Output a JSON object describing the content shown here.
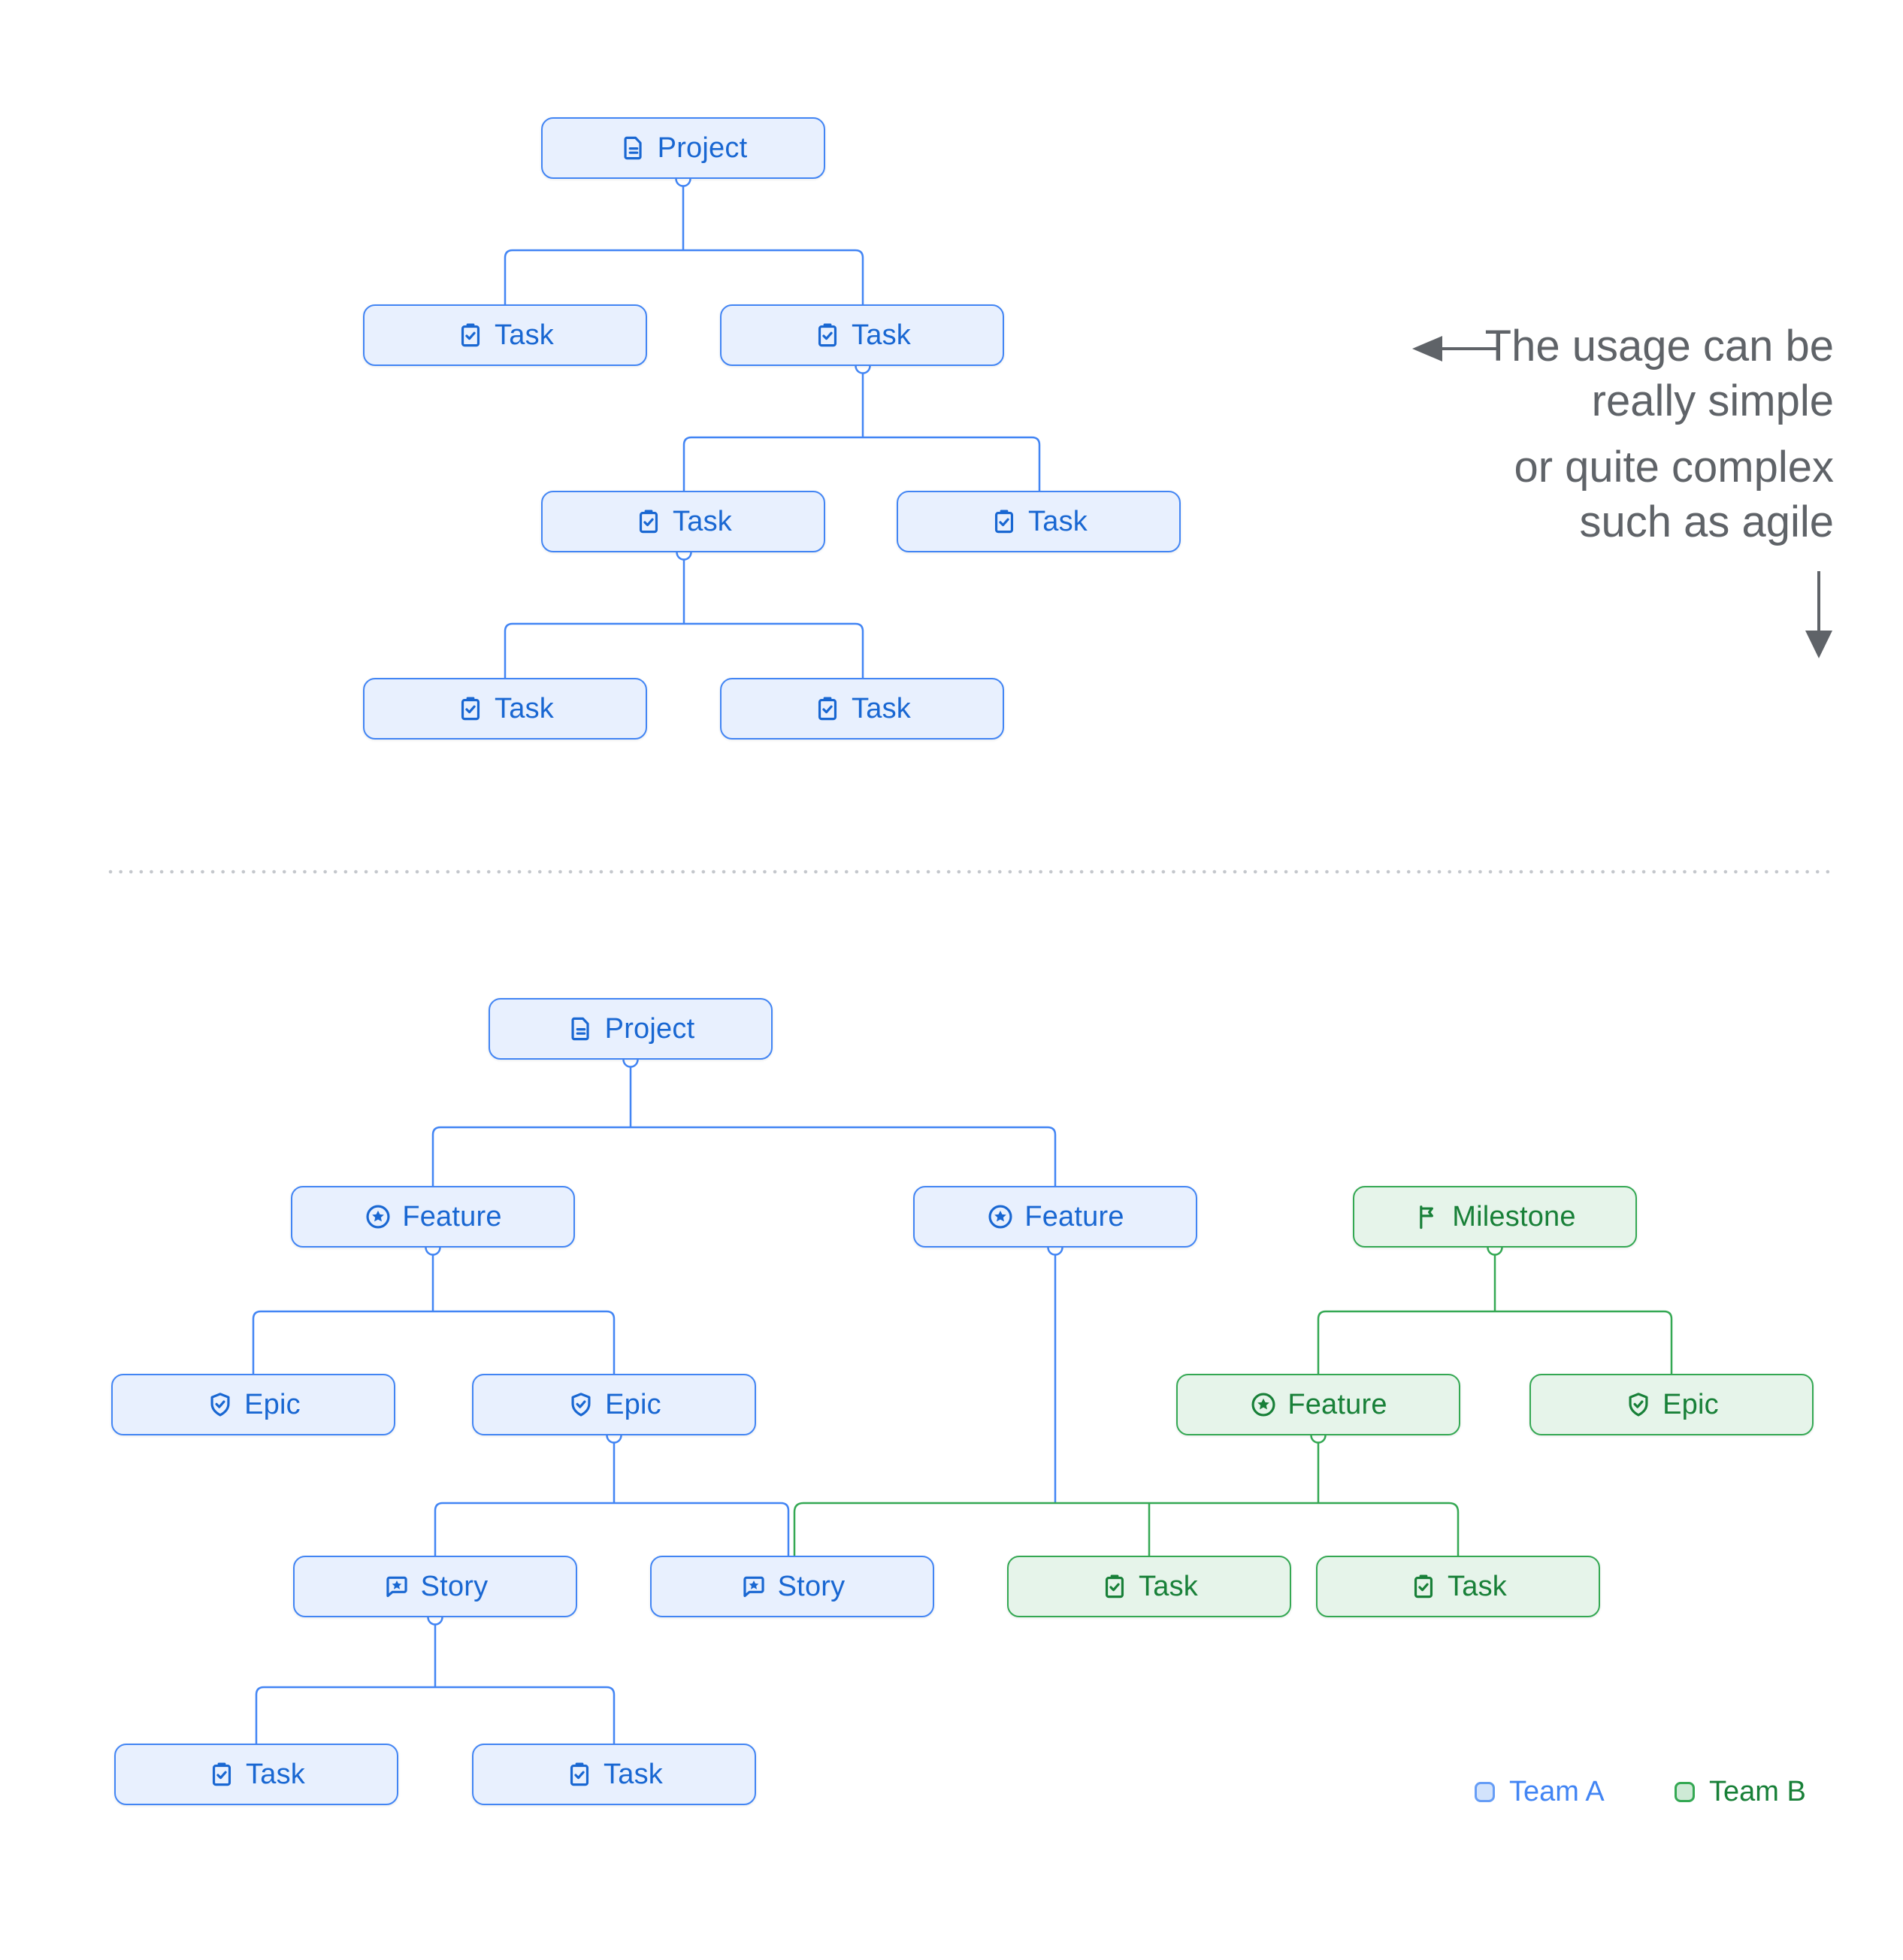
{
  "diagram": {
    "colors": {
      "team_a_accent": "#4285f4",
      "team_a_text": "#1967d2",
      "team_a_fill": "#e8f0fe",
      "team_b_accent": "#34a853",
      "team_b_text": "#188038",
      "team_b_fill": "#e6f4ea",
      "annotation_text": "#5f6368",
      "divider": "#c4c7cc"
    },
    "simple_tree": {
      "nodes": [
        {
          "id": "project",
          "label": "Project",
          "icon": "project-icon",
          "team": "Team A"
        },
        {
          "id": "task-1",
          "label": "Task",
          "icon": "task-icon",
          "team": "Team A"
        },
        {
          "id": "task-2",
          "label": "Task",
          "icon": "task-icon",
          "team": "Team A"
        },
        {
          "id": "task-3",
          "label": "Task",
          "icon": "task-icon",
          "team": "Team A"
        },
        {
          "id": "task-4",
          "label": "Task",
          "icon": "task-icon",
          "team": "Team A"
        },
        {
          "id": "task-5",
          "label": "Task",
          "icon": "task-icon",
          "team": "Team A"
        },
        {
          "id": "task-6",
          "label": "Task",
          "icon": "task-icon",
          "team": "Team A"
        }
      ]
    },
    "complex_tree": {
      "nodes": [
        {
          "id": "project",
          "label": "Project",
          "icon": "project-icon",
          "team": "Team A"
        },
        {
          "id": "feature-1",
          "label": "Feature",
          "icon": "feature-icon",
          "team": "Team A"
        },
        {
          "id": "feature-2",
          "label": "Feature",
          "icon": "feature-icon",
          "team": "Team A"
        },
        {
          "id": "milestone",
          "label": "Milestone",
          "icon": "milestone-icon",
          "team": "Team B"
        },
        {
          "id": "epic-1",
          "label": "Epic",
          "icon": "epic-icon",
          "team": "Team A"
        },
        {
          "id": "epic-2",
          "label": "Epic",
          "icon": "epic-icon",
          "team": "Team A"
        },
        {
          "id": "feature-3",
          "label": "Feature",
          "icon": "feature-icon",
          "team": "Team B"
        },
        {
          "id": "epic-3",
          "label": "Epic",
          "icon": "epic-icon",
          "team": "Team B"
        },
        {
          "id": "story-1",
          "label": "Story",
          "icon": "story-icon",
          "team": "Team A"
        },
        {
          "id": "story-2",
          "label": "Story",
          "icon": "story-icon",
          "team": "Team A"
        },
        {
          "id": "task-1",
          "label": "Task",
          "icon": "task-icon",
          "team": "Team B"
        },
        {
          "id": "task-2",
          "label": "Task",
          "icon": "task-icon",
          "team": "Team B"
        },
        {
          "id": "task-3",
          "label": "Task",
          "icon": "task-icon",
          "team": "Team A"
        },
        {
          "id": "task-4",
          "label": "Task",
          "icon": "task-icon",
          "team": "Team A"
        }
      ]
    },
    "annotation": {
      "note1_line1": "The usage can be",
      "note1_line2": "really simple",
      "note2_line1": "or quite complex",
      "note2_line2": "such as agile"
    },
    "legend": {
      "team_a": "Team A",
      "team_b": "Team B"
    }
  }
}
